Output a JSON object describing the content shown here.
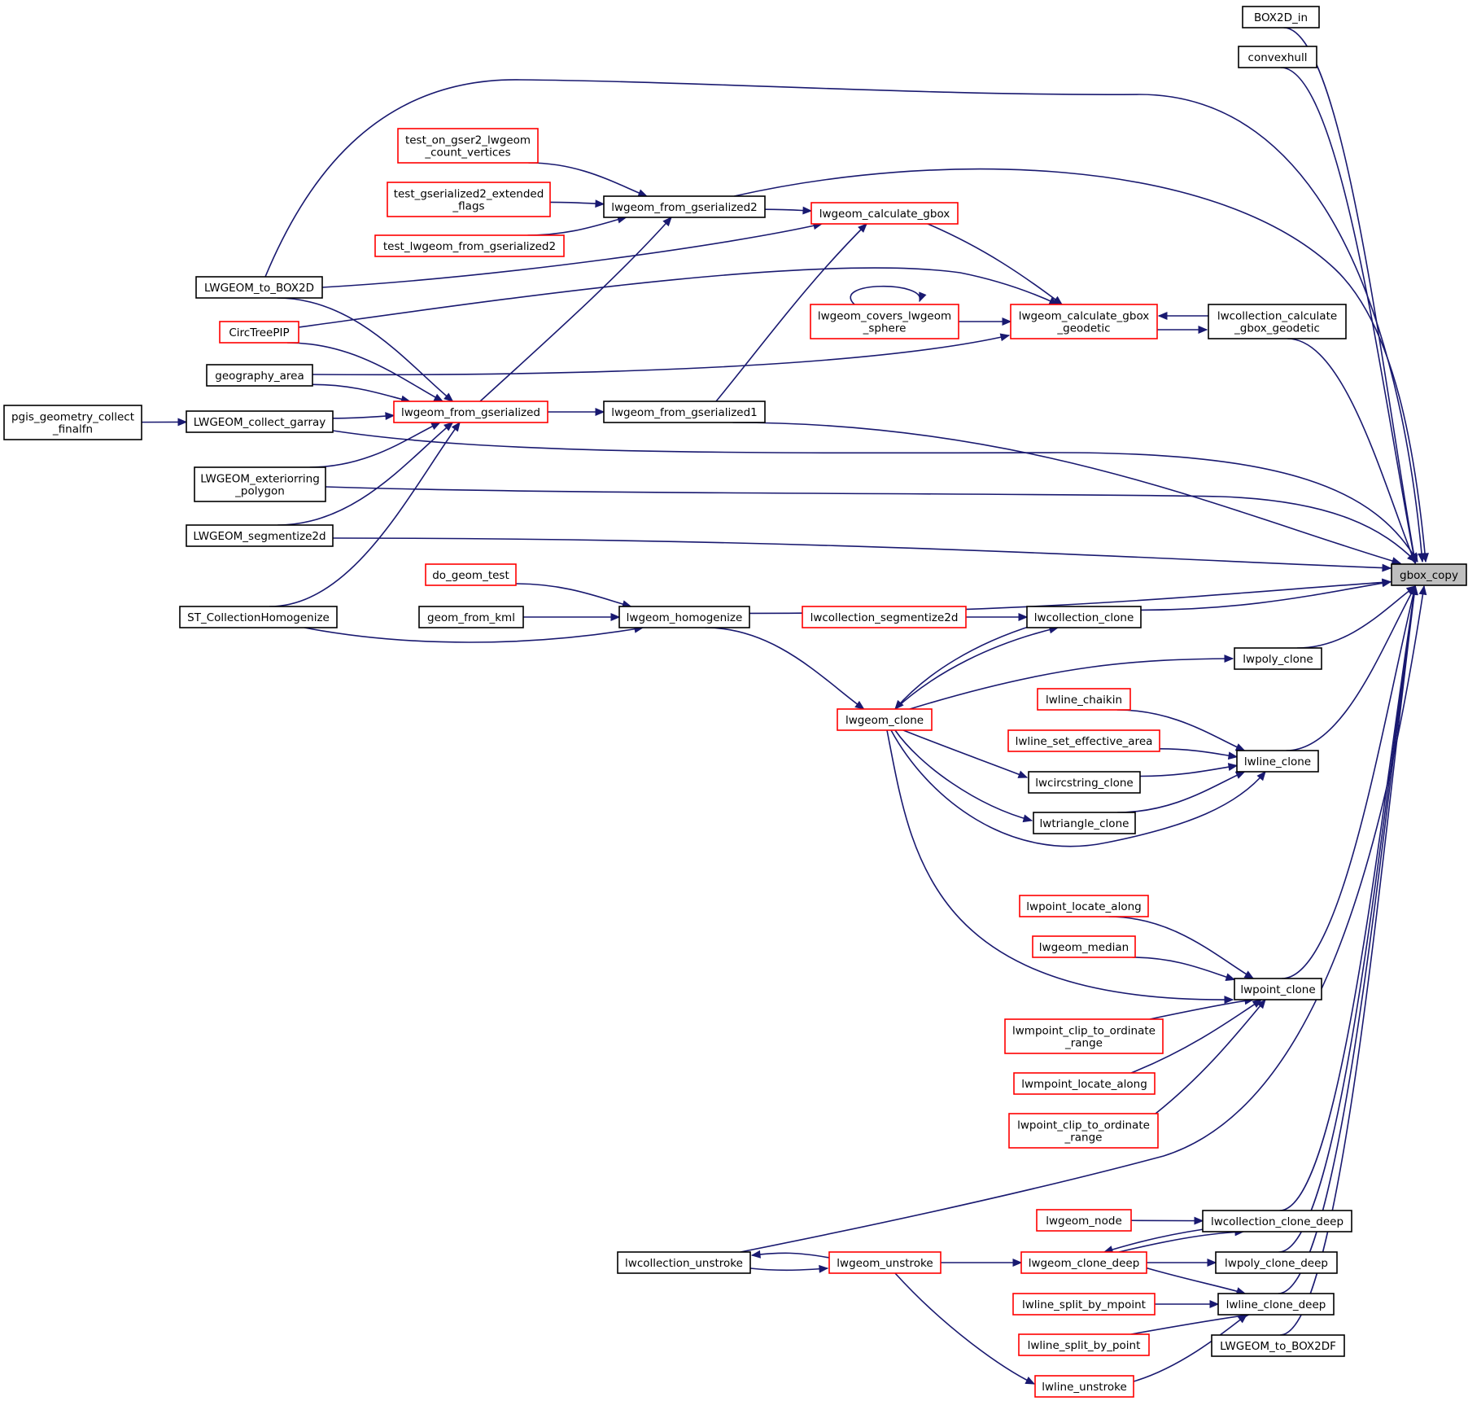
{
  "focus_node": "gbox_copy",
  "colors": {
    "edge": "#191970",
    "linked_node_border": "#000000",
    "unlinked_node_border": "#ff0000",
    "focus_fill": "#bfbfbf"
  },
  "nodes": [
    {
      "id": "gbox_copy",
      "lines": [
        "gbox_copy"
      ],
      "style": "focus"
    },
    {
      "id": "BOX2D_in",
      "lines": [
        "BOX2D_in"
      ],
      "style": "black"
    },
    {
      "id": "convexhull",
      "lines": [
        "convexhull"
      ],
      "style": "black"
    },
    {
      "id": "test_on_gser2",
      "lines": [
        "test_on_gser2_lwgeom",
        "_count_vertices"
      ],
      "style": "red"
    },
    {
      "id": "test_gserialized2_ext",
      "lines": [
        "test_gserialized2_extended",
        "_flags"
      ],
      "style": "red"
    },
    {
      "id": "test_lwgeom_from_gser2",
      "lines": [
        "test_lwgeom_from_gserialized2"
      ],
      "style": "red"
    },
    {
      "id": "lwgeom_from_gserialized2",
      "lines": [
        "lwgeom_from_gserialized2"
      ],
      "style": "black"
    },
    {
      "id": "lwgeom_calculate_gbox",
      "lines": [
        "lwgeom_calculate_gbox"
      ],
      "style": "red"
    },
    {
      "id": "LWGEOM_to_BOX2D",
      "lines": [
        "LWGEOM_to_BOX2D"
      ],
      "style": "black"
    },
    {
      "id": "lwgeom_covers_lwgeom_sphere",
      "lines": [
        "lwgeom_covers_lwgeom",
        "_sphere"
      ],
      "style": "red"
    },
    {
      "id": "lwgeom_calculate_gbox_geodetic",
      "lines": [
        "lwgeom_calculate_gbox",
        "_geodetic"
      ],
      "style": "red"
    },
    {
      "id": "lwcollection_calculate_gbox_geodetic",
      "lines": [
        "lwcollection_calculate",
        "_gbox_geodetic"
      ],
      "style": "black"
    },
    {
      "id": "CircTreePIP",
      "lines": [
        "CircTreePIP"
      ],
      "style": "red"
    },
    {
      "id": "geography_area",
      "lines": [
        "geography_area"
      ],
      "style": "black"
    },
    {
      "id": "pgis_geometry_collect_finalfn",
      "lines": [
        "pgis_geometry_collect",
        "_finalfn"
      ],
      "style": "black"
    },
    {
      "id": "LWGEOM_collect_garray",
      "lines": [
        "LWGEOM_collect_garray"
      ],
      "style": "black"
    },
    {
      "id": "lwgeom_from_gserialized",
      "lines": [
        "lwgeom_from_gserialized"
      ],
      "style": "red"
    },
    {
      "id": "lwgeom_from_gserialized1",
      "lines": [
        "lwgeom_from_gserialized1"
      ],
      "style": "black"
    },
    {
      "id": "LWGEOM_exteriorring_polygon",
      "lines": [
        "LWGEOM_exteriorring",
        "_polygon"
      ],
      "style": "black"
    },
    {
      "id": "LWGEOM_segmentize2d",
      "lines": [
        "LWGEOM_segmentize2d"
      ],
      "style": "black"
    },
    {
      "id": "do_geom_test",
      "lines": [
        "do_geom_test"
      ],
      "style": "red"
    },
    {
      "id": "geom_from_kml",
      "lines": [
        "geom_from_kml"
      ],
      "style": "black"
    },
    {
      "id": "ST_CollectionHomogenize",
      "lines": [
        "ST_CollectionHomogenize"
      ],
      "style": "black"
    },
    {
      "id": "lwgeom_homogenize",
      "lines": [
        "lwgeom_homogenize"
      ],
      "style": "black"
    },
    {
      "id": "lwcollection_segmentize2d",
      "lines": [
        "lwcollection_segmentize2d"
      ],
      "style": "red"
    },
    {
      "id": "lwcollection_clone",
      "lines": [
        "lwcollection_clone"
      ],
      "style": "black"
    },
    {
      "id": "lwpoly_clone",
      "lines": [
        "lwpoly_clone"
      ],
      "style": "black"
    },
    {
      "id": "lwgeom_clone",
      "lines": [
        "lwgeom_clone"
      ],
      "style": "red"
    },
    {
      "id": "lwline_chaikin",
      "lines": [
        "lwline_chaikin"
      ],
      "style": "red"
    },
    {
      "id": "lwline_set_effective_area",
      "lines": [
        "lwline_set_effective_area"
      ],
      "style": "red"
    },
    {
      "id": "lwline_clone",
      "lines": [
        "lwline_clone"
      ],
      "style": "black"
    },
    {
      "id": "lwcircstring_clone",
      "lines": [
        "lwcircstring_clone"
      ],
      "style": "black"
    },
    {
      "id": "lwtriangle_clone",
      "lines": [
        "lwtriangle_clone"
      ],
      "style": "black"
    },
    {
      "id": "lwpoint_locate_along",
      "lines": [
        "lwpoint_locate_along"
      ],
      "style": "red"
    },
    {
      "id": "lwgeom_median",
      "lines": [
        "lwgeom_median"
      ],
      "style": "red"
    },
    {
      "id": "lwpoint_clone",
      "lines": [
        "lwpoint_clone"
      ],
      "style": "black"
    },
    {
      "id": "lwmpoint_clip_to_ordinate_range",
      "lines": [
        "lwmpoint_clip_to_ordinate",
        "_range"
      ],
      "style": "red"
    },
    {
      "id": "lwmpoint_locate_along",
      "lines": [
        "lwmpoint_locate_along"
      ],
      "style": "red"
    },
    {
      "id": "lwpoint_clip_to_ordinate_range",
      "lines": [
        "lwpoint_clip_to_ordinate",
        "_range"
      ],
      "style": "red"
    },
    {
      "id": "lwgeom_node",
      "lines": [
        "lwgeom_node"
      ],
      "style": "red"
    },
    {
      "id": "lwcollection_clone_deep",
      "lines": [
        "lwcollection_clone_deep"
      ],
      "style": "black"
    },
    {
      "id": "lwcollection_unstroke",
      "lines": [
        "lwcollection_unstroke"
      ],
      "style": "black"
    },
    {
      "id": "lwgeom_unstroke",
      "lines": [
        "lwgeom_unstroke"
      ],
      "style": "red"
    },
    {
      "id": "lwgeom_clone_deep",
      "lines": [
        "lwgeom_clone_deep"
      ],
      "style": "red"
    },
    {
      "id": "lwpoly_clone_deep",
      "lines": [
        "lwpoly_clone_deep"
      ],
      "style": "black"
    },
    {
      "id": "lwline_split_by_mpoint",
      "lines": [
        "lwline_split_by_mpoint"
      ],
      "style": "red"
    },
    {
      "id": "lwline_clone_deep",
      "lines": [
        "lwline_clone_deep"
      ],
      "style": "black"
    },
    {
      "id": "lwline_split_by_point",
      "lines": [
        "lwline_split_by_point"
      ],
      "style": "red"
    },
    {
      "id": "LWGEOM_to_BOX2DF",
      "lines": [
        "LWGEOM_to_BOX2DF"
      ],
      "style": "black"
    },
    {
      "id": "lwline_unstroke",
      "lines": [
        "lwline_unstroke"
      ],
      "style": "red"
    }
  ],
  "edges": [
    [
      "BOX2D_in",
      "gbox_copy"
    ],
    [
      "convexhull",
      "gbox_copy"
    ],
    [
      "LWGEOM_to_BOX2D",
      "gbox_copy"
    ],
    [
      "lwgeom_from_gserialized2",
      "gbox_copy"
    ],
    [
      "lwcollection_calculate_gbox_geodetic",
      "gbox_copy"
    ],
    [
      "lwgeom_from_gserialized1",
      "gbox_copy"
    ],
    [
      "LWGEOM_collect_garray",
      "gbox_copy"
    ],
    [
      "LWGEOM_exteriorring_polygon",
      "gbox_copy"
    ],
    [
      "LWGEOM_segmentize2d",
      "gbox_copy"
    ],
    [
      "lwgeom_homogenize",
      "gbox_copy"
    ],
    [
      "lwcollection_clone",
      "gbox_copy"
    ],
    [
      "lwpoly_clone",
      "gbox_copy"
    ],
    [
      "lwline_clone",
      "gbox_copy"
    ],
    [
      "lwpoint_clone",
      "gbox_copy"
    ],
    [
      "lwcollection_unstroke",
      "gbox_copy"
    ],
    [
      "lwcollection_clone_deep",
      "gbox_copy"
    ],
    [
      "lwpoly_clone_deep",
      "gbox_copy"
    ],
    [
      "lwline_clone_deep",
      "gbox_copy"
    ],
    [
      "LWGEOM_to_BOX2DF",
      "gbox_copy"
    ],
    [
      "test_on_gser2",
      "lwgeom_from_gserialized2"
    ],
    [
      "test_gserialized2_ext",
      "lwgeom_from_gserialized2"
    ],
    [
      "test_lwgeom_from_gser2",
      "lwgeom_from_gserialized2"
    ],
    [
      "lwgeom_from_gserialized",
      "lwgeom_from_gserialized2"
    ],
    [
      "lwgeom_from_gserialized2",
      "lwgeom_calculate_gbox"
    ],
    [
      "LWGEOM_to_BOX2D",
      "lwgeom_calculate_gbox"
    ],
    [
      "lwgeom_from_gserialized1",
      "lwgeom_calculate_gbox"
    ],
    [
      "lwgeom_calculate_gbox",
      "lwgeom_calculate_gbox_geodetic"
    ],
    [
      "lwgeom_covers_lwgeom_sphere",
      "lwgeom_calculate_gbox_geodetic"
    ],
    [
      "lwgeom_covers_lwgeom_sphere",
      "lwgeom_covers_lwgeom_sphere"
    ],
    [
      "CircTreePIP",
      "lwgeom_calculate_gbox_geodetic"
    ],
    [
      "geography_area",
      "lwgeom_calculate_gbox_geodetic"
    ],
    [
      "lwcollection_calculate_gbox_geodetic",
      "lwgeom_calculate_gbox_geodetic"
    ],
    [
      "lwgeom_calculate_gbox_geodetic",
      "lwcollection_calculate_gbox_geodetic"
    ],
    [
      "LWGEOM_to_BOX2D",
      "lwgeom_from_gserialized"
    ],
    [
      "CircTreePIP",
      "lwgeom_from_gserialized"
    ],
    [
      "geography_area",
      "lwgeom_from_gserialized"
    ],
    [
      "LWGEOM_collect_garray",
      "lwgeom_from_gserialized"
    ],
    [
      "LWGEOM_exteriorring_polygon",
      "lwgeom_from_gserialized"
    ],
    [
      "LWGEOM_segmentize2d",
      "lwgeom_from_gserialized"
    ],
    [
      "ST_CollectionHomogenize",
      "lwgeom_from_gserialized"
    ],
    [
      "pgis_geometry_collect_finalfn",
      "LWGEOM_collect_garray"
    ],
    [
      "lwgeom_from_gserialized",
      "lwgeom_from_gserialized1"
    ],
    [
      "do_geom_test",
      "lwgeom_homogenize"
    ],
    [
      "geom_from_kml",
      "lwgeom_homogenize"
    ],
    [
      "ST_CollectionHomogenize",
      "lwgeom_homogenize"
    ],
    [
      "lwgeom_homogenize",
      "lwgeom_clone"
    ],
    [
      "lwcollection_segmentize2d",
      "lwcollection_clone"
    ],
    [
      "lwgeom_clone",
      "lwcollection_clone"
    ],
    [
      "lwcollection_clone",
      "lwgeom_clone"
    ],
    [
      "lwgeom_clone",
      "lwpoly_clone"
    ],
    [
      "lwline_chaikin",
      "lwline_clone"
    ],
    [
      "lwline_set_effective_area",
      "lwline_clone"
    ],
    [
      "lwcircstring_clone",
      "lwline_clone"
    ],
    [
      "lwtriangle_clone",
      "lwline_clone"
    ],
    [
      "lwgeom_clone",
      "lwline_clone"
    ],
    [
      "lwgeom_clone",
      "lwcircstring_clone"
    ],
    [
      "lwgeom_clone",
      "lwtriangle_clone"
    ],
    [
      "lwgeom_clone",
      "lwpoint_clone"
    ],
    [
      "lwpoint_locate_along",
      "lwpoint_clone"
    ],
    [
      "lwgeom_median",
      "lwpoint_clone"
    ],
    [
      "lwmpoint_clip_to_ordinate_range",
      "lwpoint_clone"
    ],
    [
      "lwmpoint_locate_along",
      "lwpoint_clone"
    ],
    [
      "lwpoint_clip_to_ordinate_range",
      "lwpoint_clone"
    ],
    [
      "lwgeom_node",
      "lwcollection_clone_deep"
    ],
    [
      "lwgeom_clone_deep",
      "lwcollection_clone_deep"
    ],
    [
      "lwcollection_clone_deep",
      "lwgeom_clone_deep"
    ],
    [
      "lwgeom_unstroke",
      "lwcollection_unstroke"
    ],
    [
      "lwcollection_unstroke",
      "lwgeom_unstroke"
    ],
    [
      "lwgeom_unstroke",
      "lwgeom_clone_deep"
    ],
    [
      "lwgeom_clone_deep",
      "lwpoly_clone_deep"
    ],
    [
      "lwgeom_clone_deep",
      "lwline_clone_deep"
    ],
    [
      "lwline_split_by_mpoint",
      "lwline_clone_deep"
    ],
    [
      "lwline_split_by_point",
      "lwline_clone_deep"
    ],
    [
      "lwline_unstroke",
      "lwline_clone_deep"
    ],
    [
      "lwgeom_unstroke",
      "lwline_unstroke"
    ]
  ]
}
